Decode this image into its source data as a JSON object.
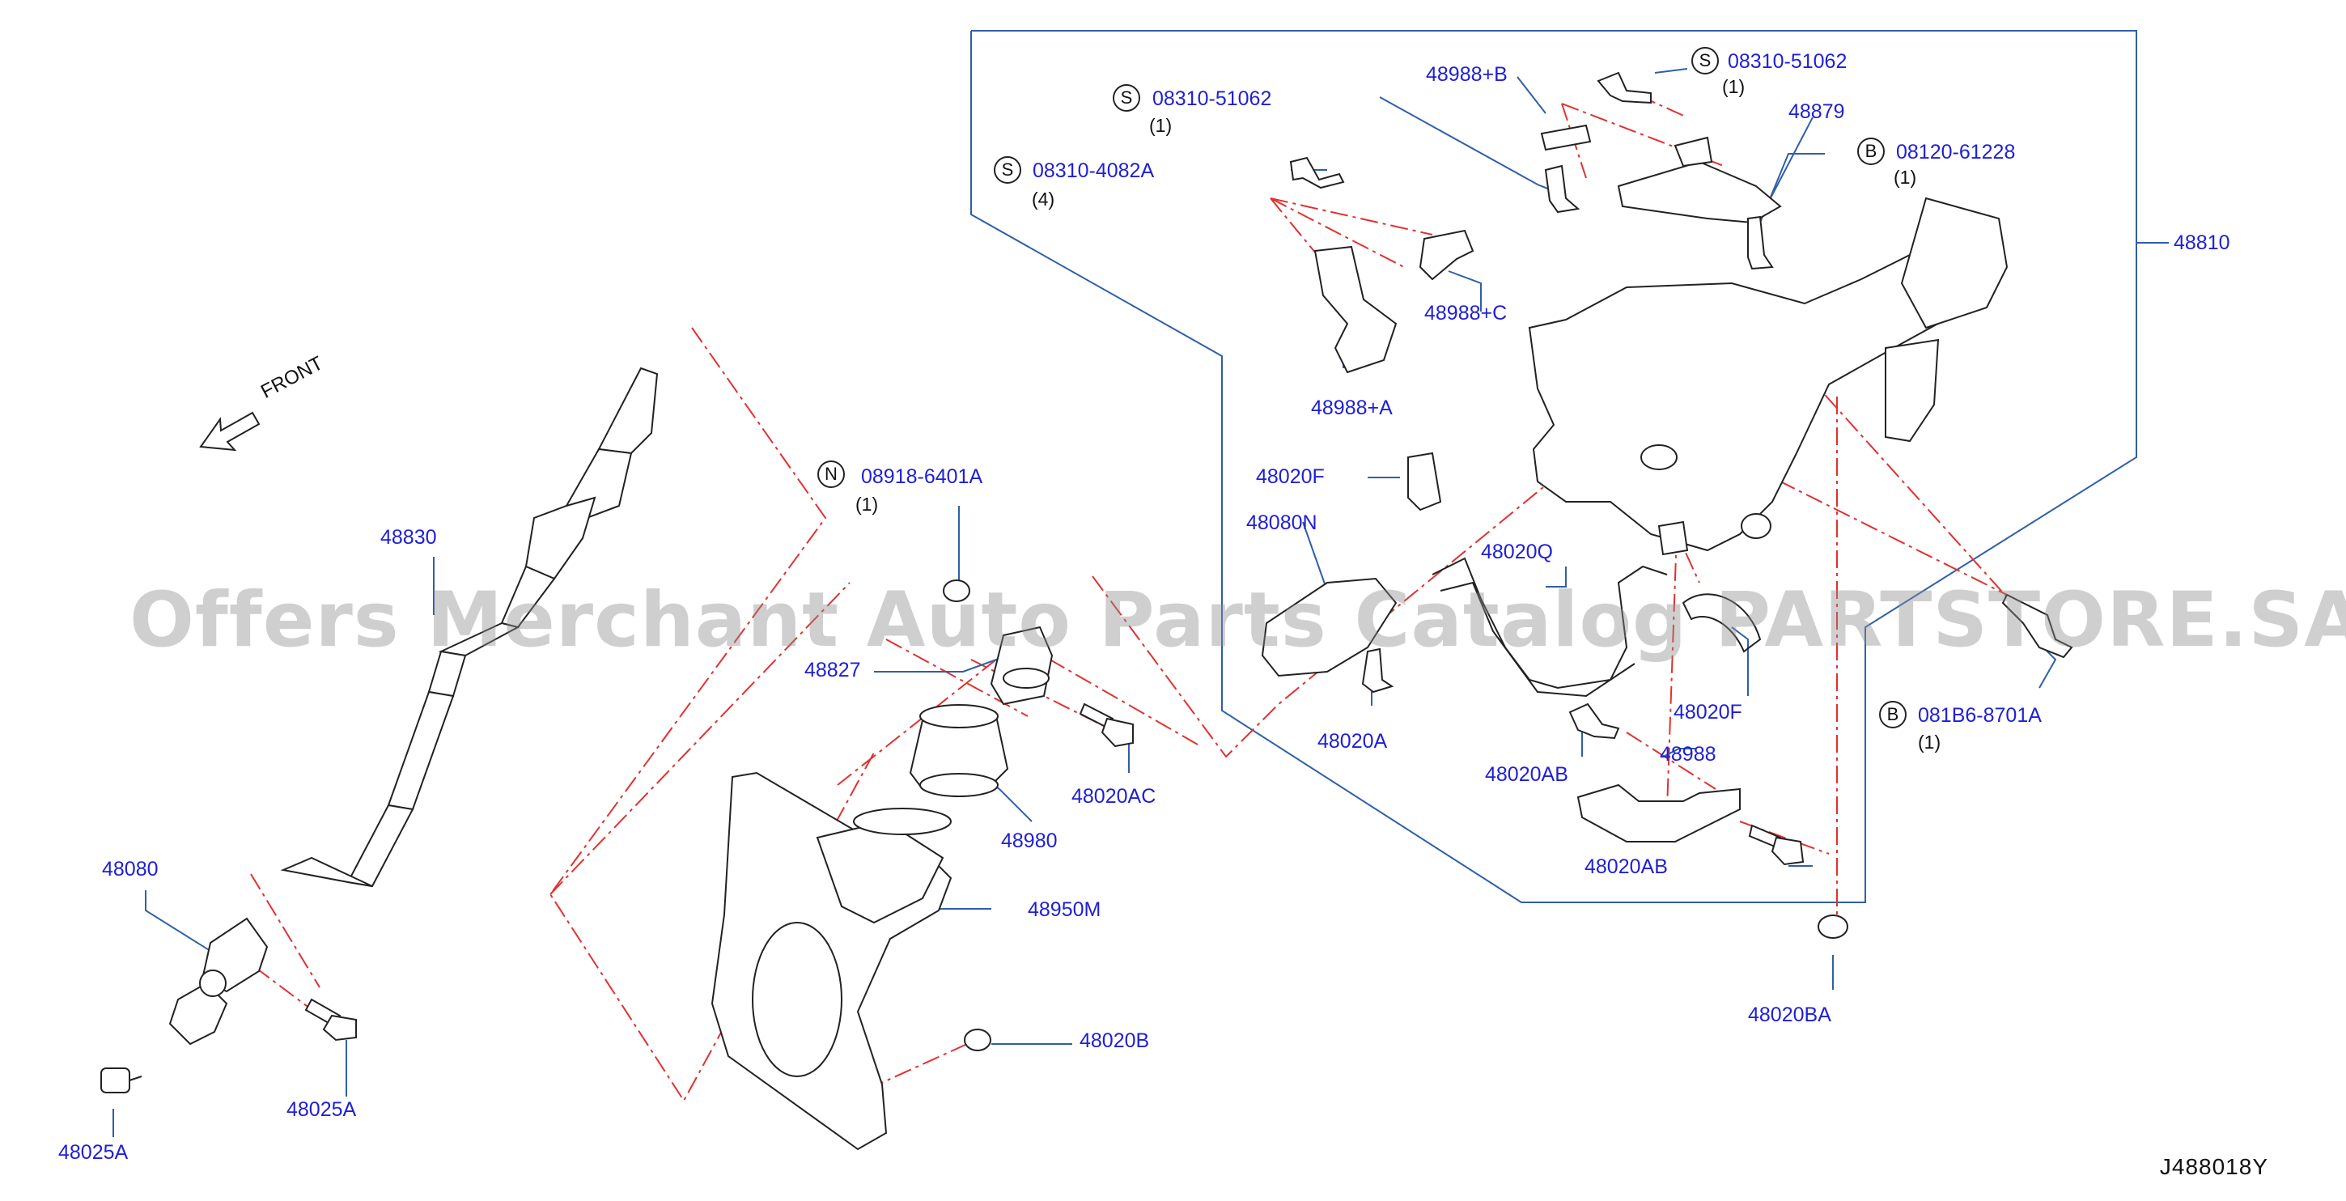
{
  "diagram": {
    "id_code": "J488018Y",
    "watermark": "Offers Merchant Auto Parts Catalog PARTSTORE.SA",
    "front_label": "FRONT",
    "colors": {
      "callout": "#1f1fd6",
      "leader": "#2f5fa8",
      "dash": "#e23030",
      "part_line": "#222222"
    }
  },
  "callouts": {
    "p48830": "48830",
    "p48080": "48080",
    "p48025A_1": "48025A",
    "p48025A_2": "48025A",
    "p48827": "48827",
    "p48020AC": "48020AC",
    "p48980": "48980",
    "p48950M": "48950M",
    "p48020B": "48020B",
    "s08918": "08918-6401A",
    "s08310_51062_a": "08310-51062",
    "s08310_4082A": "08310-4082A",
    "s08310_51062_b": "08310-51062",
    "s08120": "08120-61228",
    "s081B6": "081B6-8701A",
    "p48988B": "48988+B",
    "p48879": "48879",
    "p48810": "48810",
    "p48988C": "48988+C",
    "p48988A": "48988+A",
    "p48020F_1": "48020F",
    "p48080N": "48080N",
    "p48020Q": "48020Q",
    "p48020A": "48020A",
    "p48020F_2": "48020F",
    "p48020AB_1": "48020AB",
    "p48988": "48988",
    "p48020AB_2": "48020AB",
    "p48020BA": "48020BA"
  },
  "prefixes": {
    "N": "N",
    "S": "S",
    "B": "B"
  },
  "quantities": {
    "q1": "(1)",
    "q4": "(4)"
  }
}
